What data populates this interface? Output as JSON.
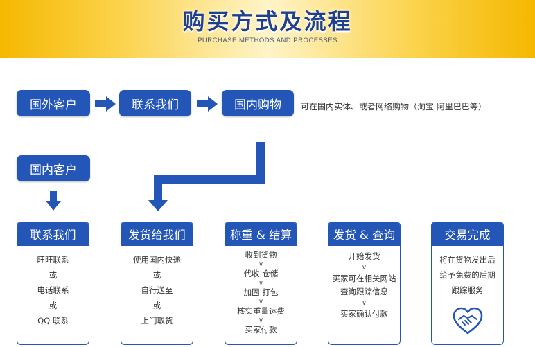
{
  "header": {
    "title": "购买方式及流程",
    "subtitle": "PURCHASE METHODS AND PROCESSES"
  },
  "flow_top": {
    "step1": "国外客户",
    "step2": "联系我们",
    "step3": "国内购物",
    "note": "可在国内实体、或者网络购物（淘宝 阿里巴巴等）"
  },
  "domestic": {
    "label": "国内客户"
  },
  "cards": [
    {
      "title": "联系我们",
      "lines": [
        "旺旺联系",
        "或",
        "电话联系",
        "或",
        "QQ 联系"
      ]
    },
    {
      "title": "发货给我们",
      "lines": [
        "使用国内快递",
        "或",
        "自行送至",
        "或",
        "上门取货"
      ]
    },
    {
      "title": "称重 & 结算",
      "lines": [
        "收到货物",
        "代收 仓储",
        "加固 打包",
        "核实重量运费",
        "买家付款"
      ],
      "separator": "∨"
    },
    {
      "title": "发货 & 查询",
      "lines": [
        "开始发货",
        "买家可在相关网站",
        "查询跟踪信息",
        "买家确认付款"
      ],
      "separator": "∨"
    },
    {
      "title": "交易完成",
      "lines": [
        "将在货物发出后",
        "给予免费的后期",
        "跟踪服务"
      ],
      "icon": "handshake-heart-icon"
    }
  ],
  "icons": {
    "arrow": "arrow-right-icon",
    "down_arrow": "arrow-down-icon",
    "elbow_arrow": "elbow-down-left-arrow-icon"
  },
  "colors": {
    "primary": "#2356b7",
    "banner_gold": "#f5b800",
    "title_blue": "#1f3f8f"
  }
}
